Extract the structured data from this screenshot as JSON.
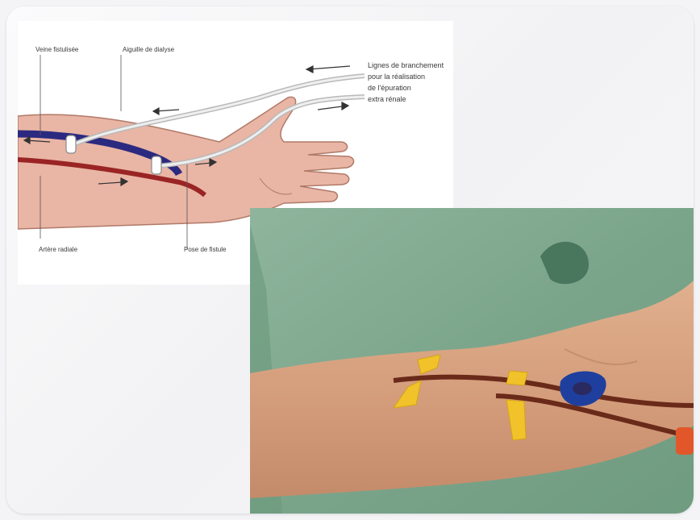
{
  "diagram": {
    "labels": {
      "top_left": "Veine fistulisée",
      "top_mid": "Aiguille de dialyse",
      "right_line1": "Lignes de branchement",
      "right_line2": "pour la réalisation",
      "right_line3": "de l'épuration",
      "right_line4": "extra rénale",
      "bottom_left": "Artère radiale",
      "bottom_mid": "Pose de fistule"
    }
  },
  "colors": {
    "skin_diagram": "#e9b5a5",
    "vein": "#2b2a80",
    "artery": "#9a2424",
    "drape": "#7fa98e",
    "needle_wing": "#f2c22a",
    "clamp": "#1f3f9e",
    "connector": "#e2572a"
  }
}
